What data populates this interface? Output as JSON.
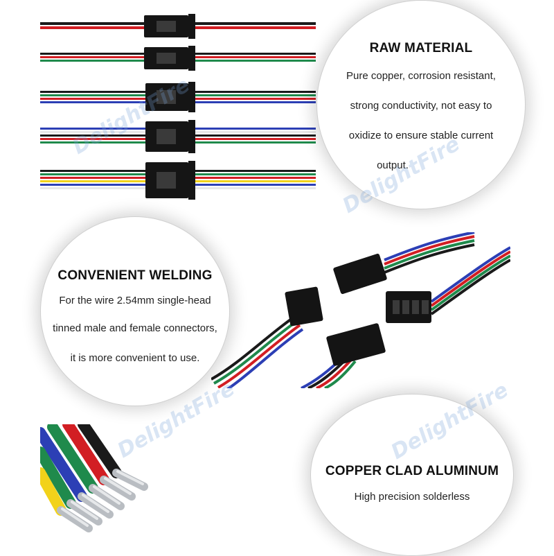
{
  "panels": [
    {
      "title": "RAW MATERIAL",
      "lines": [
        "Pure copper, corrosion resistant,",
        "strong conductivity, not easy to",
        "oxidize to ensure stable current",
        "output."
      ]
    },
    {
      "title": "CONVENIENT WELDING",
      "lines": [
        "For the wire 2.54mm single-head",
        "tinned male and female connectors,",
        "it is more convenient to use."
      ]
    },
    {
      "title": "COPPER CLAD ALUMINUM",
      "lines": [
        "High precision solderless"
      ]
    }
  ],
  "watermark": "DelightFire",
  "colors": {
    "wire_black": "#1a1a1a",
    "wire_red": "#d21e23",
    "wire_green": "#1f8a4c",
    "wire_blue": "#2c3fb5",
    "wire_yellow": "#f2d21a",
    "wire_white": "#f4f4f4",
    "watermark": "#7ea6d8"
  }
}
